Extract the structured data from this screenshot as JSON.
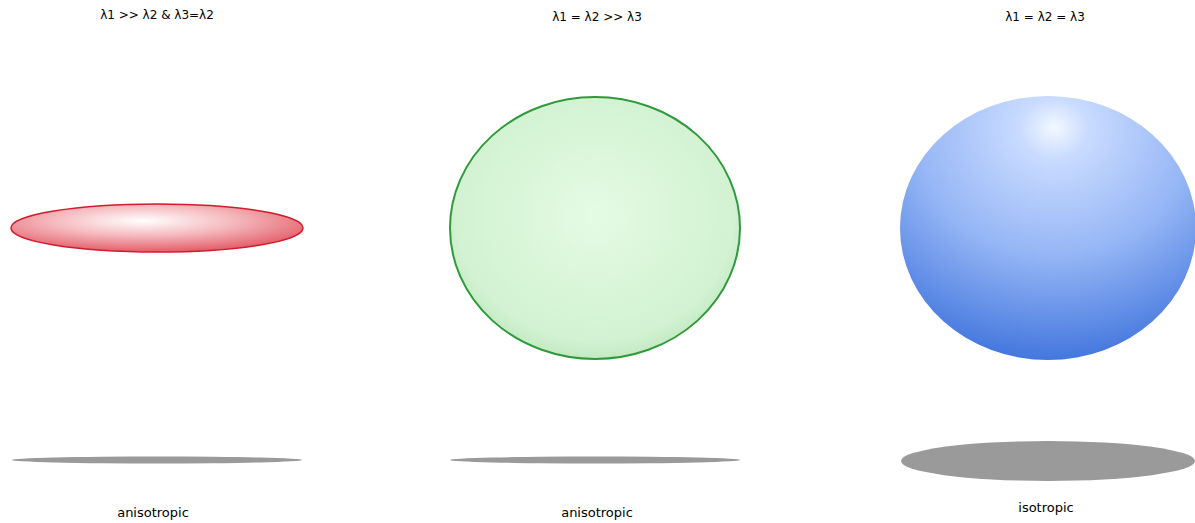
{
  "diagram": {
    "labels": [
      "λ1 >> λ2 & λ3=λ2",
      "λ1 = λ2 >> λ3",
      "λ1 = λ2 = λ3",
      "anisotropic",
      "anisotropic",
      "isotropic"
    ]
  }
}
